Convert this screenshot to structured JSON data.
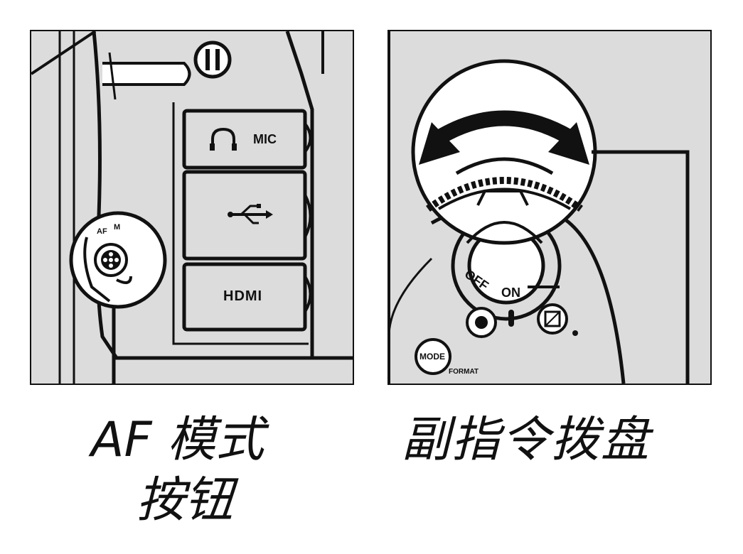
{
  "left_panel": {
    "ports": [
      {
        "icon": "headphone-icon",
        "label": "MIC"
      },
      {
        "icon": "usb-icon",
        "label": ""
      },
      {
        "icon": "hdmi-icon",
        "label": "HDMI"
      }
    ],
    "button_marks": [
      "AF",
      "M"
    ],
    "caption_line1": "AF 模式",
    "caption_line2": "按钮"
  },
  "right_panel": {
    "switch_labels": {
      "off": "OFF",
      "on": "ON"
    },
    "mode_button": "MODE",
    "format_label": "FORMAT",
    "caption": "副指令拨盘"
  },
  "colors": {
    "panel_bg": "#dcdcdc",
    "line": "#111111",
    "callout_fill": "#ffffff"
  }
}
